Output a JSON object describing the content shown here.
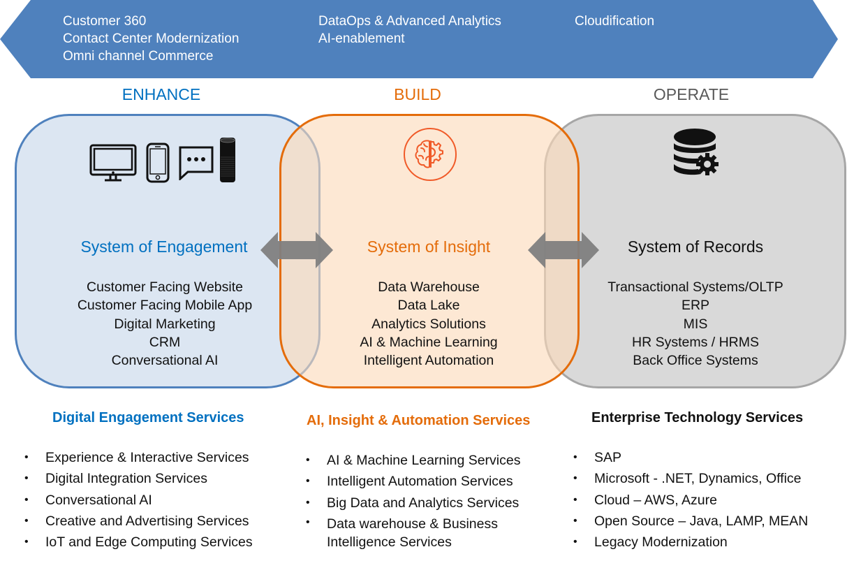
{
  "banner": {
    "color": "#4f81bd",
    "columns": [
      [
        "Customer 360",
        "Contact Center Modernization",
        "Omni channel Commerce"
      ],
      [
        "DataOps & Advanced Analytics",
        "AI-enablement"
      ],
      [
        "Cloudification"
      ]
    ]
  },
  "phases": {
    "enhance": {
      "label": "ENHANCE",
      "color": "#0070c0"
    },
    "build": {
      "label": "BUILD",
      "color": "#e46c0a"
    },
    "operate": {
      "label": "OPERATE",
      "color": "#595959"
    }
  },
  "systems": {
    "engagement": {
      "title": "System of Engagement",
      "icons": [
        "desktop-monitor-icon",
        "smartphone-icon",
        "chat-bubble-icon",
        "smart-speaker-icon"
      ],
      "items": [
        "Customer Facing Website",
        "Customer Facing Mobile App",
        "Digital Marketing",
        "CRM",
        "Conversational AI"
      ]
    },
    "insight": {
      "title": "System of Insight",
      "icons": [
        "brain-gear-icon"
      ],
      "items": [
        "Data Warehouse",
        "Data Lake",
        "Analytics Solutions",
        "AI & Machine Learning",
        "Intelligent Automation"
      ]
    },
    "records": {
      "title": "System of Records",
      "icons": [
        "database-gear-icon"
      ],
      "items": [
        "Transactional Systems/OLTP",
        "ERP",
        "MIS",
        "HR Systems / HRMS",
        "Back Office Systems"
      ]
    }
  },
  "connectors": [
    "double-arrow-engagement-insight",
    "double-arrow-insight-records"
  ],
  "services": {
    "digital": {
      "title": "Digital Engagement Services",
      "items": [
        "Experience & Interactive Services",
        "Digital Integration Services",
        "Conversational AI",
        "Creative and Advertising Services",
        "IoT and Edge Computing Services"
      ]
    },
    "ai": {
      "title": "AI, Insight & Automation Services",
      "items": [
        "AI & Machine Learning Services",
        "Intelligent Automation Services",
        "Big Data and Analytics Services",
        "Data warehouse & Business Intelligence Services"
      ]
    },
    "enterprise": {
      "title": "Enterprise Technology Services",
      "items": [
        "SAP",
        "Microsoft - .NET, Dynamics, Office",
        "Cloud – AWS, Azure",
        "Open Source – Java, LAMP, MEAN",
        "Legacy Modernization"
      ]
    }
  }
}
